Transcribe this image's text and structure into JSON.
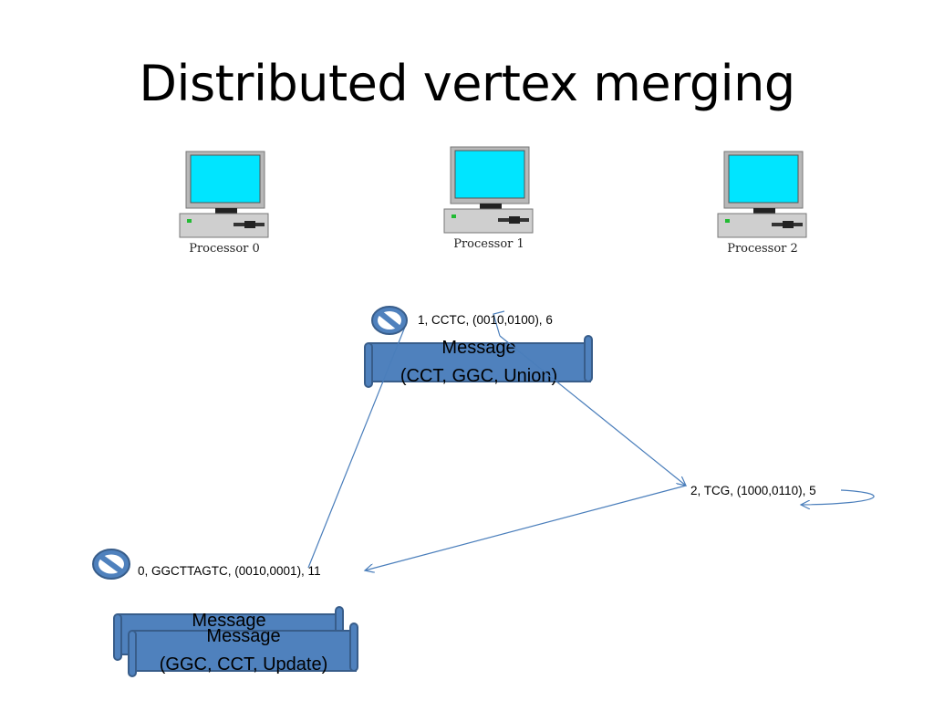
{
  "slide": {
    "title": "Distributed vertex merging"
  },
  "processors": [
    {
      "label": "Processor 0",
      "icon": "computer-icon"
    },
    {
      "label": "Processor 1",
      "icon": "computer-icon"
    },
    {
      "label": "Processor 2",
      "icon": "computer-icon"
    }
  ],
  "vertices": [
    {
      "text": "1, CCTC,  (0010,0100), 6",
      "blocked": true
    },
    {
      "text": "2, TCG,  (1000,0110), 5",
      "blocked": false
    },
    {
      "text": "0, GGCTTAGTC,  (0010,0001), 11",
      "blocked": true
    }
  ],
  "messages": [
    {
      "line1": "Message",
      "line2": "(CCT, GGC, Union)"
    },
    {
      "line1": "Message",
      "line2": ""
    },
    {
      "line1": "Message",
      "line2": "(GGC, CCT, Update)"
    }
  ],
  "colors": {
    "scroll_fill": "#4f81bd",
    "scroll_stroke": "#385d8a",
    "arrow": "#4a7ebb",
    "screen": "#00e5ff"
  }
}
